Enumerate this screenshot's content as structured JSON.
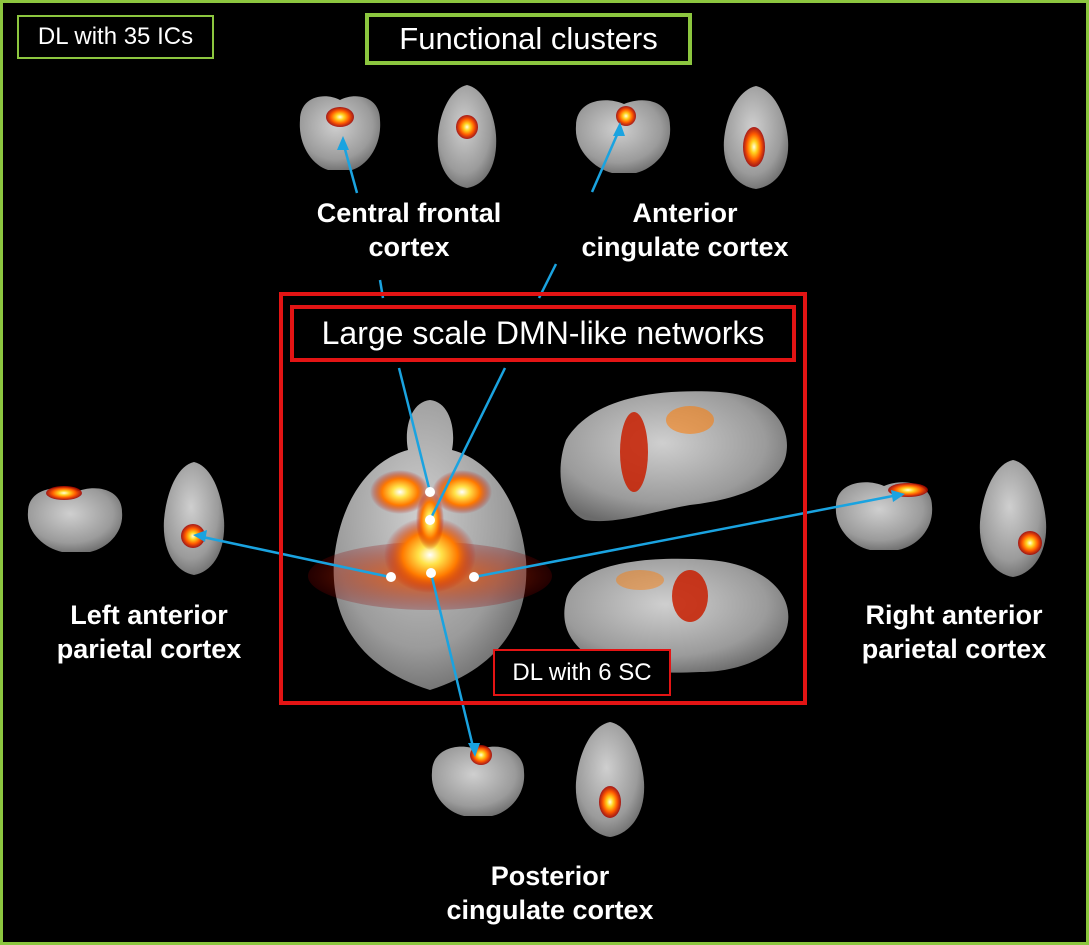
{
  "boxes": {
    "dl_35": "DL with 35 ICs",
    "functional_clusters": "Functional clusters",
    "dmn_networks": "Large scale DMN-like networks",
    "dl_6": "DL with 6 SC"
  },
  "regions": {
    "central_frontal": [
      "Central frontal",
      "cortex"
    ],
    "anterior_cingulate": [
      "Anterior",
      "cingulate cortex"
    ],
    "left_anterior_parietal": [
      "Left anterior",
      "parietal cortex"
    ],
    "right_anterior_parietal": [
      "Right anterior",
      "parietal cortex"
    ],
    "posterior_cingulate": [
      "Posterior",
      "cingulate cortex"
    ]
  },
  "colors": {
    "outer_frame": "#8cc63f",
    "dmn_frame": "#e31414",
    "connector": "#1aa3e0",
    "brain": "#9a9a9a",
    "activation": "#ff6a00"
  },
  "icons": [
    "coronal-brain-slice-icon",
    "axial-brain-slice-icon",
    "3d-brain-render-icon"
  ]
}
